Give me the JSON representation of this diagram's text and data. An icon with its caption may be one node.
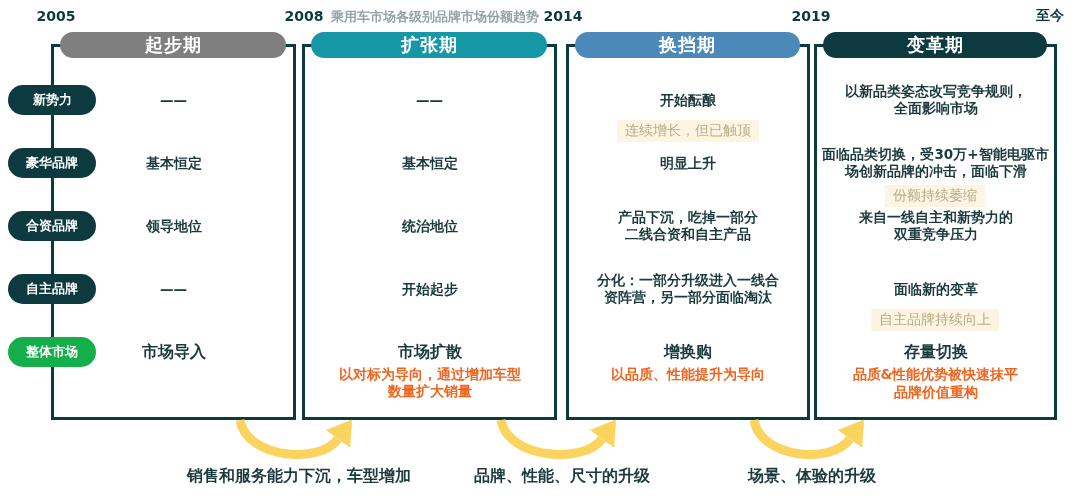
{
  "diagram": {
    "nodes": [
      {
        "text": [
          "起步期",
          "——",
          "基本恒定",
          "领导地位",
          "——",
          "市场导入"
        ]
      },
      {
        "text": [
          "扩张期",
          "——",
          "基本恒定",
          "统治地位",
          "开始起步",
          "市场扩散",
          "以对标为导向，通过增加车型数量扩大销量"
        ]
      },
      {
        "text": [
          "换挡期",
          "开始酝酿",
          "明显上升",
          "产品下沉，吃掉一部分二线合资和自主产品",
          "分化：一部分升级进入一线合资阵营，另一部分面临淘汰",
          "增换购",
          "以品质、性能提升为导向"
        ]
      },
      {
        "text": [
          "变革期",
          "以新品类姿态改写竞争规则，全面影响市场",
          "面临品类切换，受30万+智能电驱市场创新品牌的冲击，面临下滑",
          "来自一线自主和新势力的双重竞争压力",
          "面临新的变革",
          "存量切换",
          "品质&性能优势被快速抹平",
          "品牌价值重构"
        ]
      },
      {
        "text": [
          "新势力"
        ]
      },
      {
        "text": [
          "豪华品牌"
        ]
      },
      {
        "text": [
          "合资品牌"
        ]
      },
      {
        "text": [
          "自主品牌"
        ]
      },
      {
        "text": [
          "整体市场"
        ]
      }
    ],
    "edges": [
      {
        "from": 0,
        "to": 1,
        "arrow": "to",
        "label": "销售和服务能力下沉，车型增加"
      },
      {
        "from": 1,
        "to": 2,
        "arrow": "to",
        "label": "品牌、性能、尺寸的升级"
      },
      {
        "from": 2,
        "to": 3,
        "arrow": "to",
        "label": "场景、体验的升级"
      }
    ],
    "labels": [
      "2005",
      "2008",
      "乘用车市场各级别品牌市场份额趋势",
      "2014",
      "2019",
      "至今",
      "连续增长，但已触顶",
      "份额持续萎缩",
      "自主品牌持续向上"
    ]
  }
}
